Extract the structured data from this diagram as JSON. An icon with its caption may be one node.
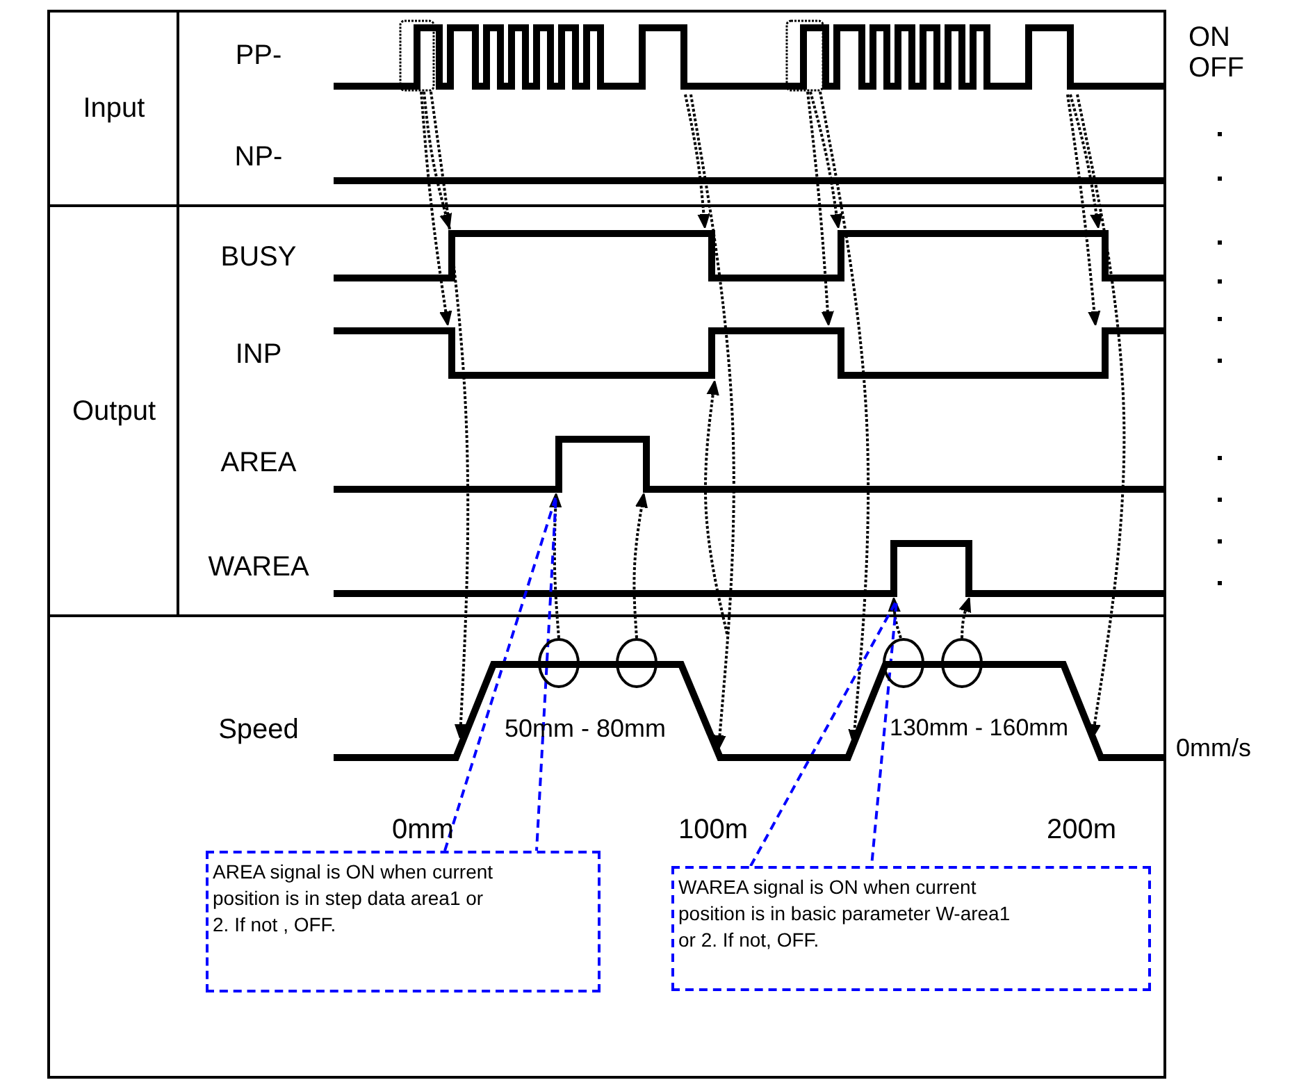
{
  "diagram": {
    "nodes": [
      {
        "text": [
          "Input"
        ]
      },
      {
        "text": [
          "Output"
        ]
      },
      {
        "text": [
          "PP-"
        ]
      },
      {
        "text": [
          "Speed"
        ]
      },
      {
        "text": [],
        "shape": "box",
        "in": 2
      },
      {
        "text": [],
        "shape": "box",
        "in": 2
      },
      {
        "text": [],
        "shape": "circle",
        "in": 3
      },
      {
        "text": [],
        "shape": "circle",
        "in": 3
      },
      {
        "text": [],
        "shape": "circle",
        "in": 3
      },
      {
        "text": [],
        "shape": "circle",
        "in": 3
      },
      {
        "text": [
          "AREA signal is ON when current position is in step data area1 or 2. If not , OFF."
        ]
      },
      {
        "text": [
          "WAREA signal is ON when current position is in basic parameter W-area1 or 2. If not, OFF."
        ]
      }
    ],
    "edges": [
      {
        "from": 4,
        "to": null,
        "arrow": "to"
      },
      {
        "from": 4,
        "to": null,
        "arrow": "to"
      },
      {
        "from": 4,
        "to": 3,
        "arrow": "to"
      },
      {
        "from": 2,
        "to": null,
        "arrow": "to"
      },
      {
        "from": 2,
        "to": 3,
        "arrow": "to"
      },
      {
        "from": 3,
        "to": null,
        "arrow": "to"
      },
      {
        "from": 5,
        "to": null,
        "arrow": "to"
      },
      {
        "from": 5,
        "to": null,
        "arrow": "to"
      },
      {
        "from": 5,
        "to": 3,
        "arrow": "to"
      },
      {
        "from": 2,
        "to": null,
        "arrow": "to"
      },
      {
        "from": 2,
        "to": null,
        "arrow": "to"
      },
      {
        "from": 2,
        "to": 3,
        "arrow": "to"
      },
      {
        "from": 6,
        "to": null,
        "arrow": "to"
      },
      {
        "from": 7,
        "to": null,
        "arrow": "to"
      },
      {
        "from": 8,
        "to": null,
        "arrow": "to"
      },
      {
        "from": 9,
        "to": null,
        "arrow": "to"
      },
      {
        "from": 10,
        "to": null,
        "arrow": "none",
        "style": "dashed",
        "color": "#0000ff"
      },
      {
        "from": 11,
        "to": null,
        "arrow": "none",
        "style": "dashed",
        "color": "#0000ff"
      }
    ],
    "labels": [
      "ON",
      "OFF",
      "NP-",
      "BUSY",
      "INP",
      "AREA",
      "WAREA",
      "50mm - 80mm",
      "130mm - 160mm",
      "0mm/s",
      "0mm",
      "100m",
      "200m"
    ]
  }
}
